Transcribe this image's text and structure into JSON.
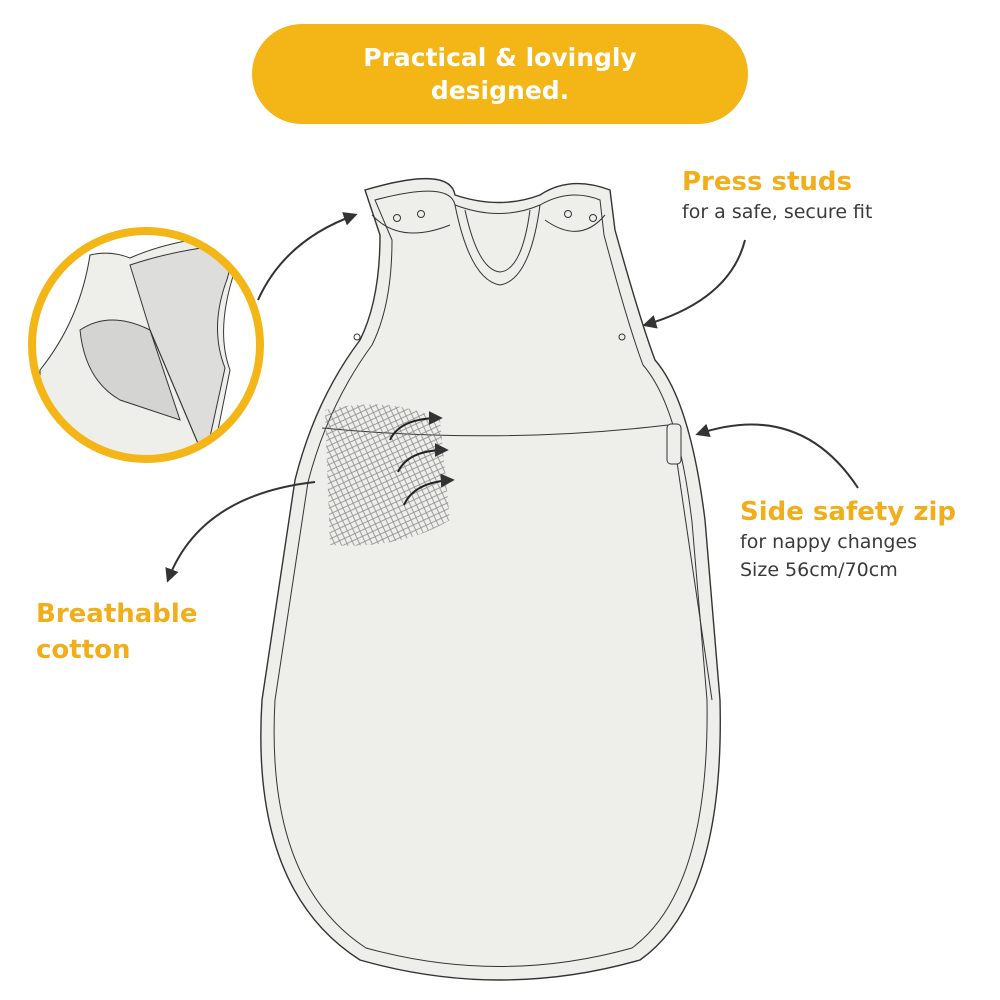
{
  "header": {
    "line1": "Practical & lovingly",
    "line2": "designed.",
    "color": "#f4b516"
  },
  "callouts": {
    "press_studs": {
      "title": "Press studs",
      "sub": "for a safe, secure fit"
    },
    "side_zip": {
      "title": "Side safety zip",
      "sub1": "for nappy changes",
      "sub2": "Size 56cm/70cm"
    },
    "breathable": {
      "title1": "Breathable",
      "title2": "cotton"
    }
  },
  "colors": {
    "accent": "#f0ae1a",
    "fabric": "#eeeeea",
    "outline": "#333333"
  }
}
